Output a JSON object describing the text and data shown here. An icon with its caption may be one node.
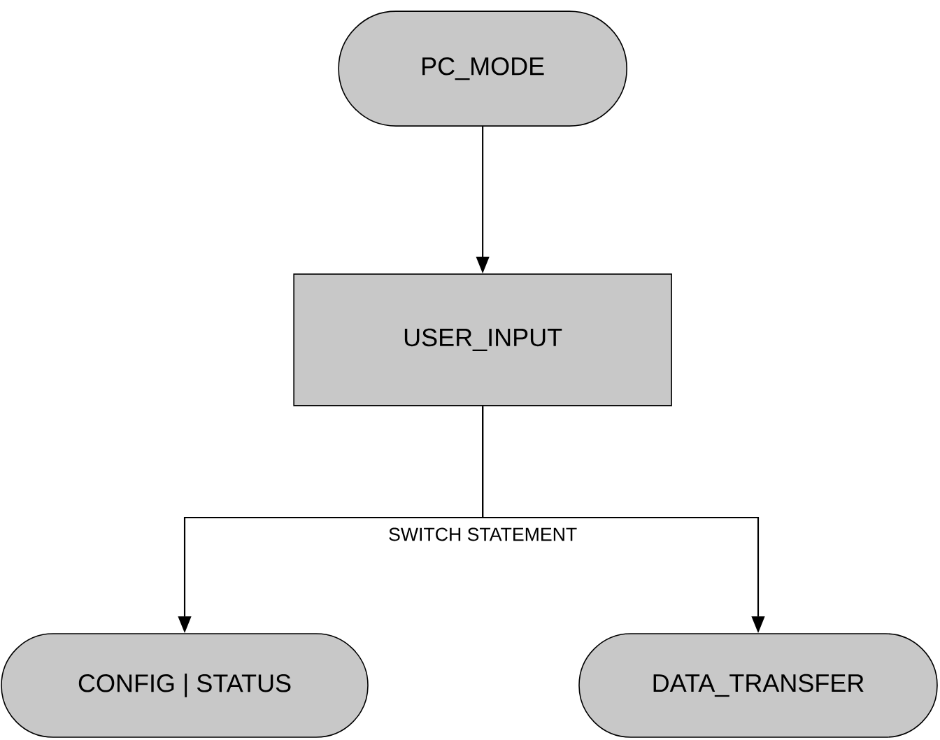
{
  "diagram": {
    "nodes": [
      {
        "text": [
          "PC_MODE"
        ]
      },
      {
        "text": [
          "USER_INPUT"
        ]
      },
      {
        "text": [
          "CONFIG | STATUS"
        ]
      },
      {
        "text": [
          "DATA_TRANSFER"
        ]
      }
    ],
    "edges": [
      {
        "from": 0,
        "to": 1,
        "arrow": "to"
      },
      {
        "from": 1,
        "to": 2,
        "arrow": "to",
        "label": "SWITCH STATEMENT"
      },
      {
        "from": 1,
        "to": 3,
        "arrow": "to"
      }
    ]
  }
}
